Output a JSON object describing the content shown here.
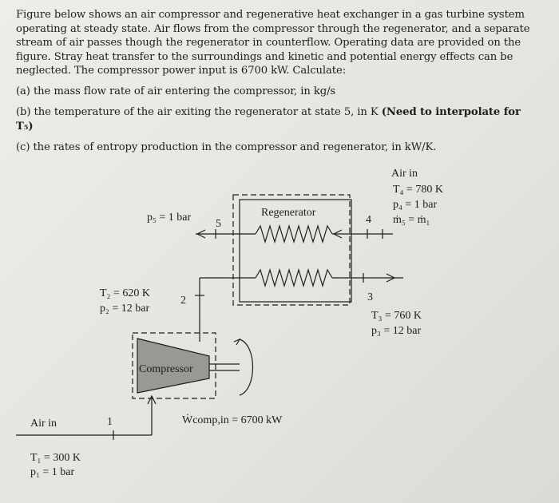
{
  "problem": {
    "intro": "Figure below shows an air compressor and regenerative heat exchanger in a gas turbine system operating at steady state. Air flows from the compressor through the regenerator, and a separate stream of air passes though the regenerator in counterflow. Operating data are provided on the figure. Stray heat transfer to the surroundings and kinetic and potential energy effects can be neglected. The compressor power input is 6700 kW. Calculate:",
    "parts": [
      {
        "text": "(a) the mass flow rate of air entering the compressor, in kg/s",
        "note": ""
      },
      {
        "text": "(b) the temperature of the air exiting the regenerator at state 5, in K ",
        "note": "(Need to interpolate for T₅)"
      },
      {
        "text": "(c) the rates of entropy production in the compressor and regenerator, in kW/K.",
        "note": ""
      }
    ]
  },
  "diagram": {
    "regenerator_label": "Regenerator",
    "compressor_label": "Compressor",
    "air_in_top": "Air in",
    "T4": "T₄ = 780 K",
    "p4": "p₄ = 1 bar",
    "m5": "ṁ₅ = ṁ₁",
    "p5": "p₅ = 1 bar",
    "state5": "5",
    "state4": "4",
    "state3": "3",
    "state2": "2",
    "state1": "1",
    "T2": "T₂ = 620 K",
    "p2": "p₂ = 12 bar",
    "T3": "T₃ = 760 K",
    "p3": "p₃ = 12 bar",
    "air_in_bottom": "Air in",
    "T1": "T₁ = 300 K",
    "p1": "p₁ = 1 bar",
    "power": "Ẇcomp,in = 6700 kW"
  },
  "colors": {
    "paper": "#e9e7e2",
    "ink": "#1e1d1b",
    "compressor_fill": "#9a9894"
  }
}
